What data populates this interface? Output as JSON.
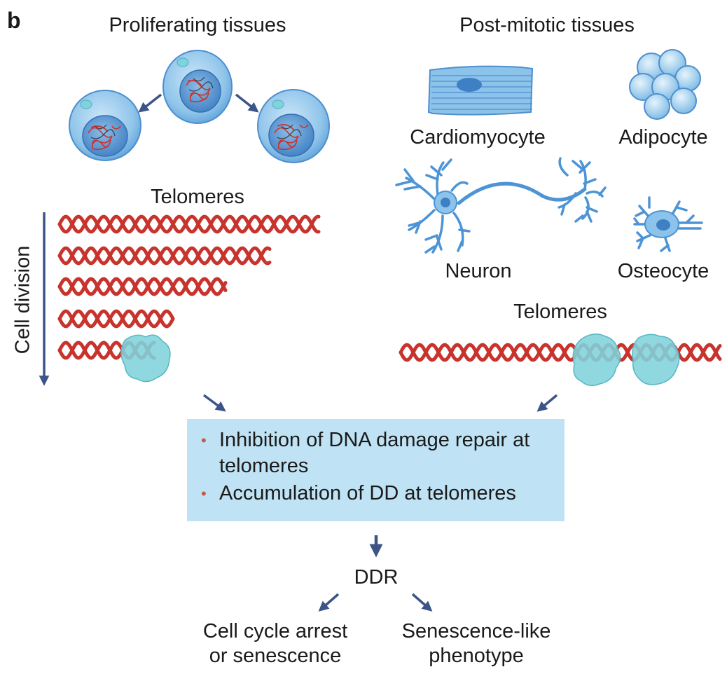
{
  "panel_letter": "b",
  "left_section": {
    "title": "Proliferating tissues",
    "telomeres_label": "Telomeres",
    "axis_label": "Cell division"
  },
  "right_section": {
    "title": "Post-mitotic tissues",
    "cells": {
      "cardiomyocyte": "Cardiomyocyte",
      "adipocyte": "Adipocyte",
      "neuron": "Neuron",
      "osteocyte": "Osteocyte"
    },
    "telomeres_label": "Telomeres"
  },
  "box": {
    "bullets": [
      "Inhibition of DNA damage repair at telomeres",
      "Accumulation of DD at telomeres"
    ]
  },
  "ddr_label": "DDR",
  "outcomes": {
    "left_line1": "Cell cycle arrest",
    "left_line2": "or senescence",
    "right_line1": "Senescence-like",
    "right_line2": "phenotype"
  },
  "colors": {
    "arrow": "#3c5487",
    "dna": "#c8342d",
    "cell_fill": "#8cc3ea",
    "cell_stroke": "#4d8fcf",
    "protein": "#7fd3dc",
    "box_fill": "#bfe3f5"
  }
}
